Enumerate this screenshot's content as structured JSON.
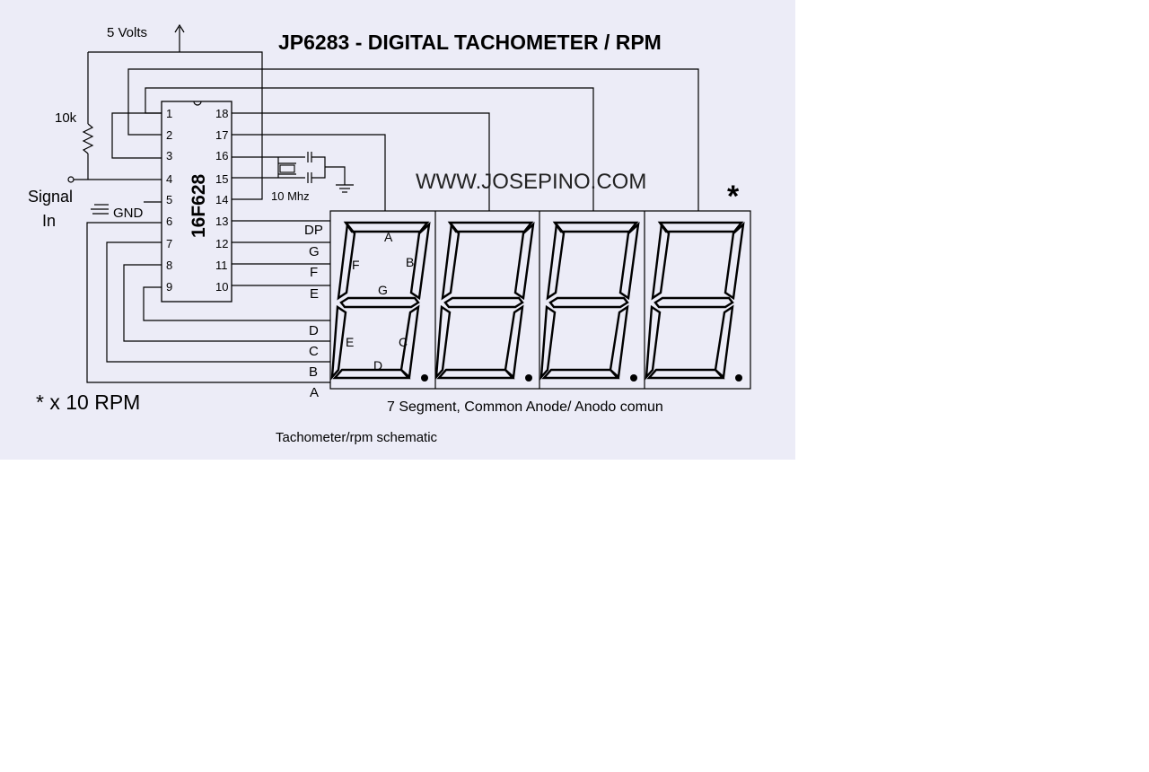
{
  "title": "JP6283 - DIGITAL TACHOMETER / RPM",
  "supply_label": "5  Volts",
  "resistor_label": "10k",
  "signal_label_line1": "Signal",
  "signal_label_line2": "In",
  "gnd_label": "GND",
  "chip_label": "16F628",
  "crystal_label": "10 Mhz",
  "website": "WWW.JOSEPINO.COM",
  "asterisk": "*",
  "multiplier_note": "*  x 10  RPM",
  "display_caption": "7 Segment, Common Anode/ Anodo comun",
  "figure_caption": "Tachometer/rpm schematic",
  "pins_left": [
    "1",
    "2",
    "3",
    "4",
    "5",
    "6",
    "7",
    "8",
    "9"
  ],
  "pins_right": [
    "18",
    "17",
    "16",
    "15",
    "14",
    "13",
    "12",
    "11",
    "10"
  ],
  "segment_inputs": [
    "DP",
    "G",
    "F",
    "E",
    "D",
    "C",
    "B",
    "A"
  ],
  "segment_markers": [
    "A",
    "B",
    "F",
    "G",
    "E",
    "C",
    "D"
  ],
  "colors": {
    "background": "#ececf7",
    "ink": "#000000",
    "page": "#ffffff"
  }
}
